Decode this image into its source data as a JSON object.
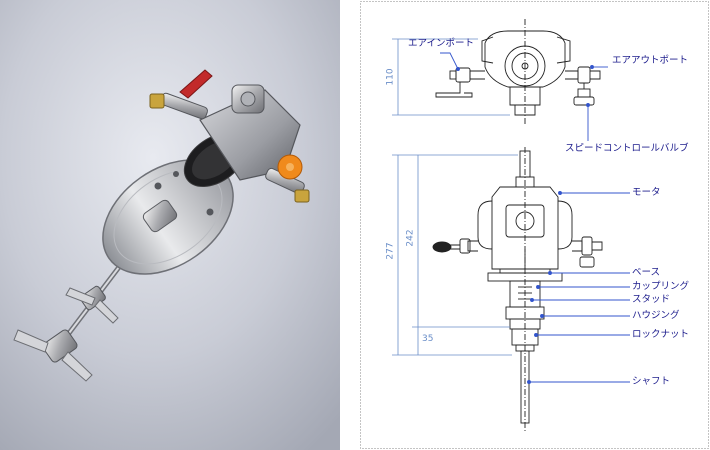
{
  "photo": {
    "alt_icon": "air-motor-stirrer-photo"
  },
  "drawing": {
    "top_view": {
      "labels": {
        "air_in_port": "エアインポート",
        "air_out_port": "エアアウトポート",
        "speed_control_valve": "スピードコントロールバルブ"
      },
      "dimension": "110"
    },
    "side_view": {
      "labels": {
        "motor": "モータ",
        "base": "ベース",
        "coupling": "カップリング",
        "stud": "スタッド",
        "housing": "ハウジング",
        "lock_nut": "ロックナット",
        "shaft": "シャフト"
      },
      "dimensions": {
        "overall": "277",
        "to_base": "242",
        "lower": "35"
      }
    }
  },
  "colors": {
    "label_text": "#1c1c8c",
    "leader_line": "#3355cc",
    "dimension": "#6a8ec8",
    "frame_dots": "#888888"
  }
}
